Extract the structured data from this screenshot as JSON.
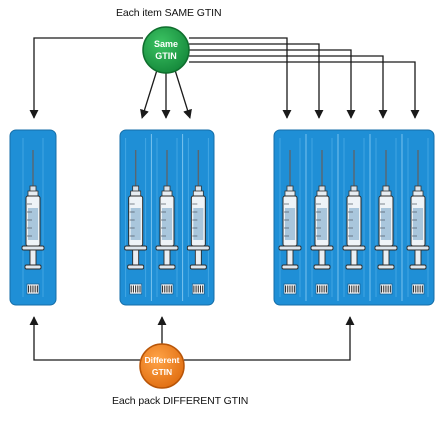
{
  "captions": {
    "top": "Each item SAME GTIN",
    "bottom": "Each pack DIFFERENT GTIN"
  },
  "badges": {
    "same": {
      "line1": "Same",
      "line2": "GTIN",
      "color": "#1a9a3f"
    },
    "different": {
      "line1": "Different",
      "line2": "GTIN",
      "color": "#f07d1a"
    }
  },
  "packs": [
    {
      "name": "single-pack",
      "items": 1
    },
    {
      "name": "three-pack",
      "items": 3
    },
    {
      "name": "five-pack",
      "items": 5
    }
  ],
  "colors": {
    "pack_fill": "#1f8fd6",
    "pack_stripe": "#5db8ee",
    "arrow": "#1a1a1a",
    "syringe_body": "#eef3f7",
    "syringe_fluid": "#a9c6dc"
  },
  "icons": [
    "syringe-icon",
    "barcode-icon",
    "arrow-icon"
  ]
}
